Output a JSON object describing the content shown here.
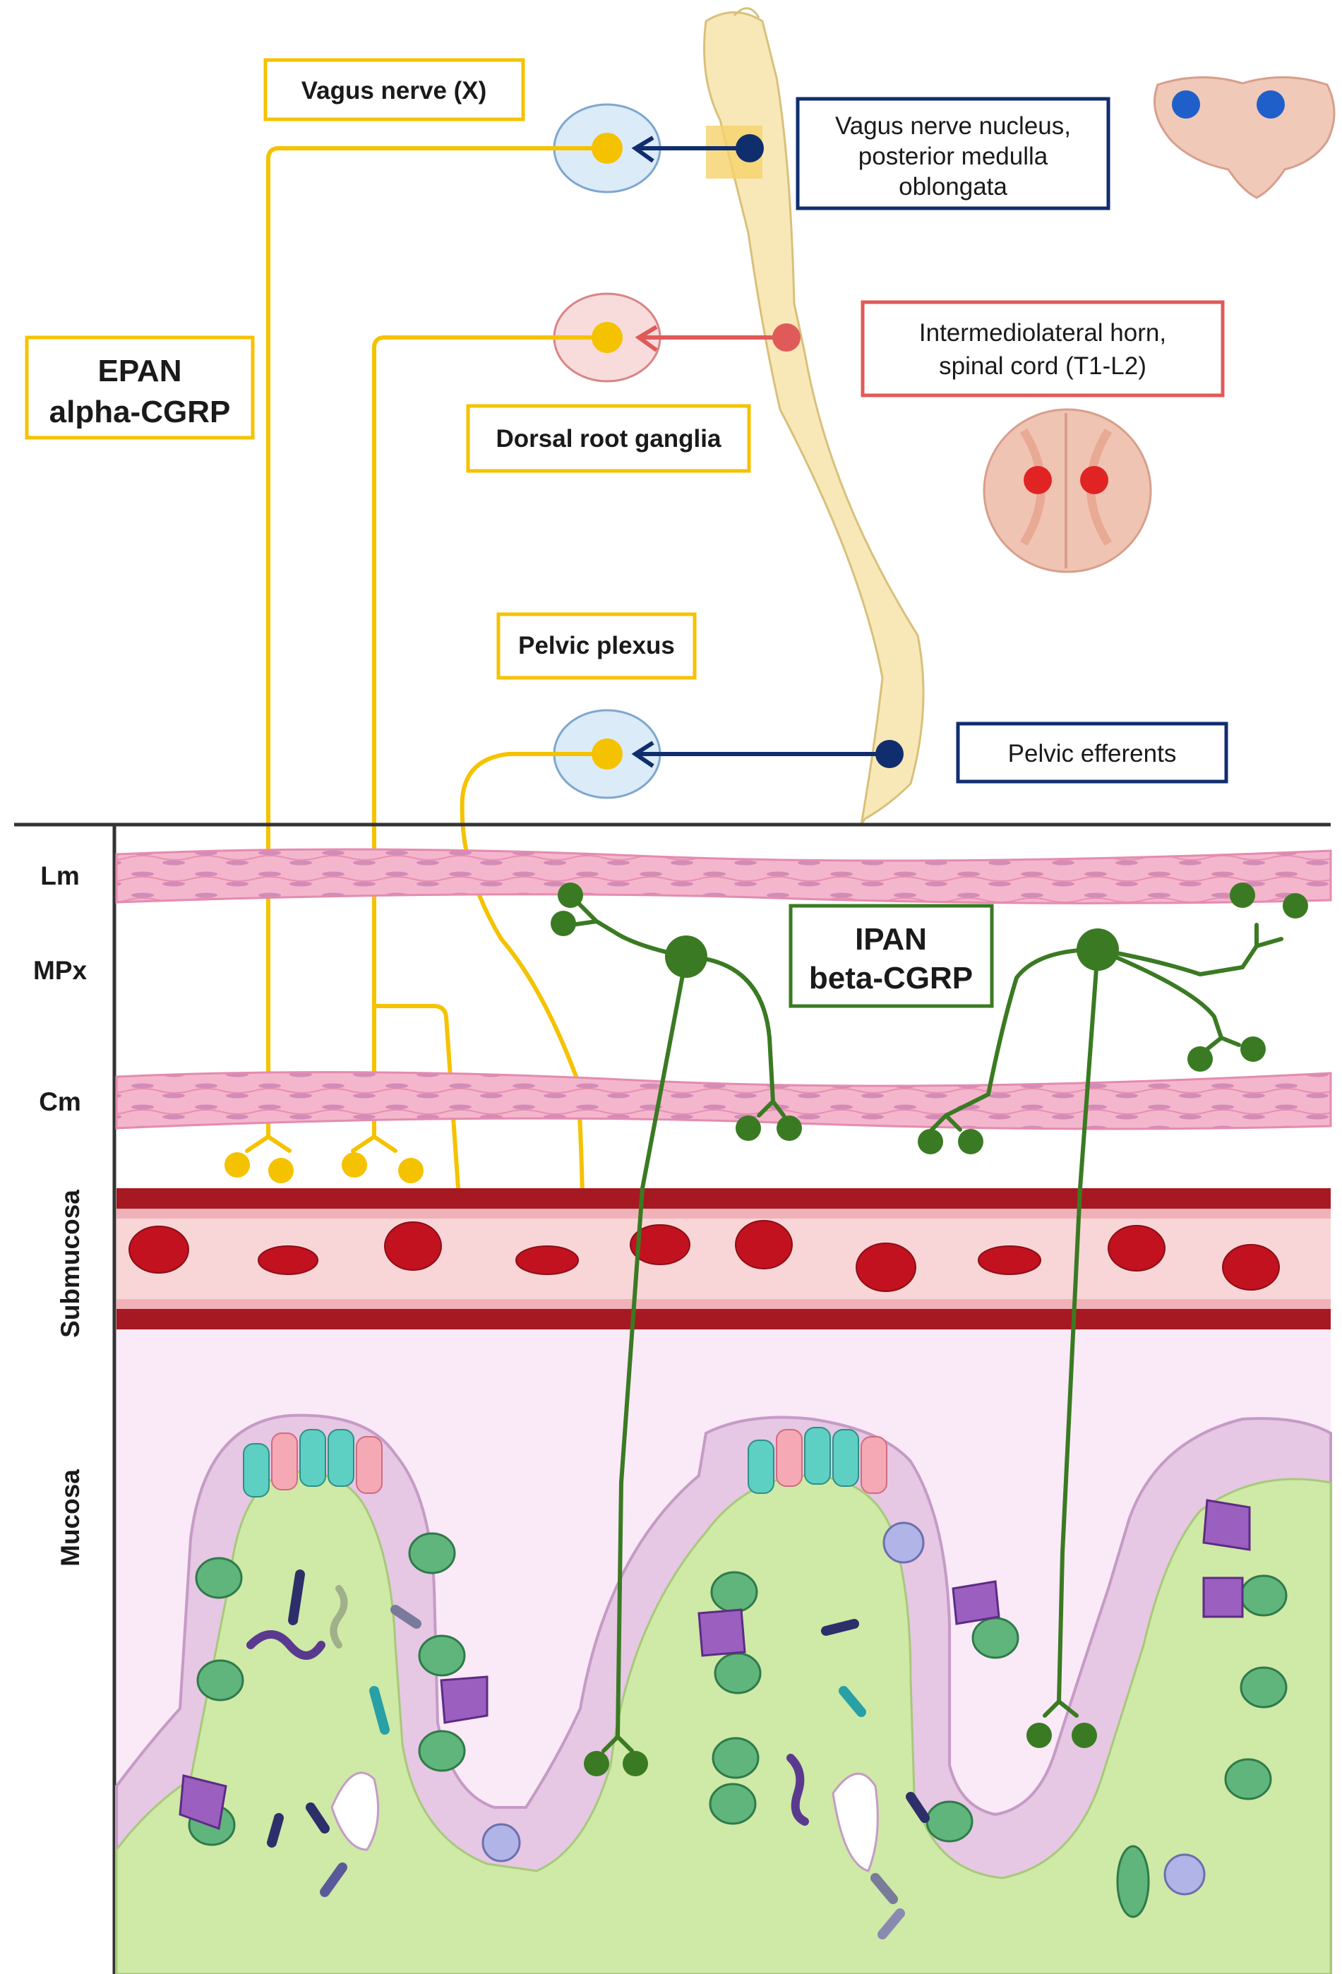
{
  "labels": {
    "vagus_nerve": "Vagus nerve (X)",
    "epan_line1": "EPAN",
    "epan_line2": "alpha-CGRP",
    "vagus_nucleus_line1": "Vagus nerve nucleus,",
    "vagus_nucleus_line2": "posterior medulla",
    "vagus_nucleus_line3": "oblongata",
    "intermediolateral_line1": "Intermediolateral horn,",
    "intermediolateral_line2": "spinal cord (T1-L2)",
    "dorsal_root_ganglia": "Dorsal root ganglia",
    "pelvic_plexus": "Pelvic plexus",
    "pelvic_efferents": "Pelvic efferents",
    "ipan_line1": "IPAN",
    "ipan_line2": "beta-CGRP"
  },
  "layers": {
    "lm": "Lm",
    "mpx": "MPx",
    "cm": "Cm",
    "submucosa": "Submucosa",
    "mucosa": "Mucosa"
  },
  "colors": {
    "epan_yellow": "#f5c200",
    "ipan_green": "#3a7a23",
    "efferent_navy": "#102e6e",
    "sympathetic_red": "#e05a5a",
    "blood_red": "#c2121f",
    "muscle_pink": "#f4b6cc",
    "mucosa_green": "#cfe9a6",
    "epithelium_lilac": "#e6c7e4"
  }
}
